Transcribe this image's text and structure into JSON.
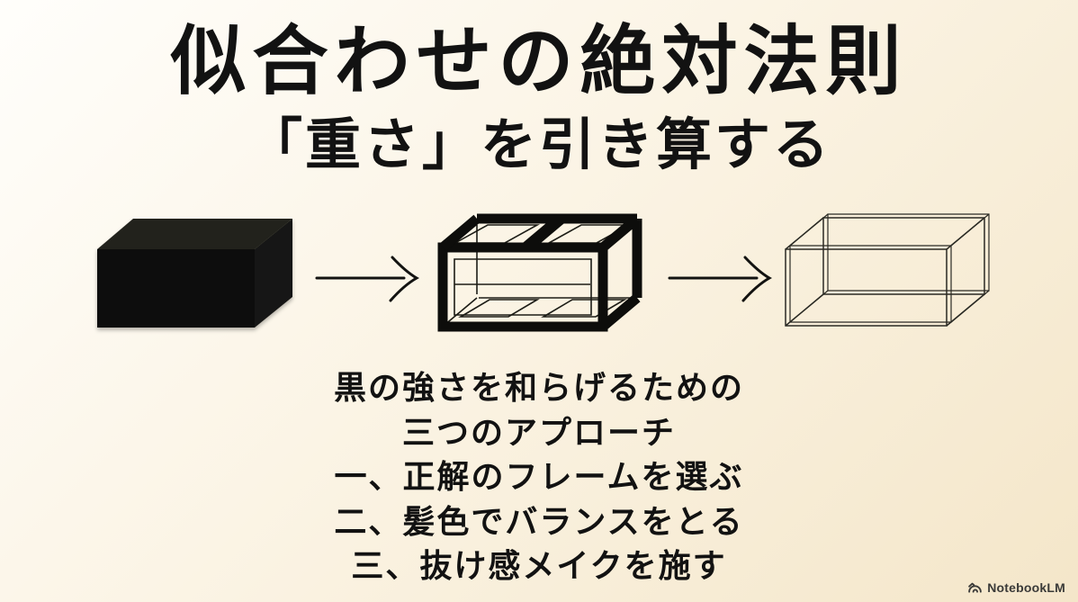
{
  "slide": {
    "title": "似合わせの絶対法則",
    "subtitle": "「重さ」を引き算する",
    "body_lines": [
      "黒の強さを和らげるための",
      "三つのアプローチ",
      "一、正解のフレームを選ぶ",
      "二、髪色でバランスをとる",
      "三、抜け感メイクを施す"
    ],
    "diagram": {
      "steps": [
        "solid-black-box",
        "thick-frame-box",
        "thin-wireframe-box"
      ],
      "connector": "right-arrow"
    },
    "watermark": {
      "label": "NotebookLM",
      "icon": "notebooklm-logo-icon"
    }
  },
  "colors": {
    "bg_top_left": "#fffefb",
    "bg_mid": "#fbf4e5",
    "bg_bottom_right": "#f4e6c9",
    "ink": "#121212",
    "box_black": "#0b0b09",
    "watermark": "#3a3a38"
  }
}
